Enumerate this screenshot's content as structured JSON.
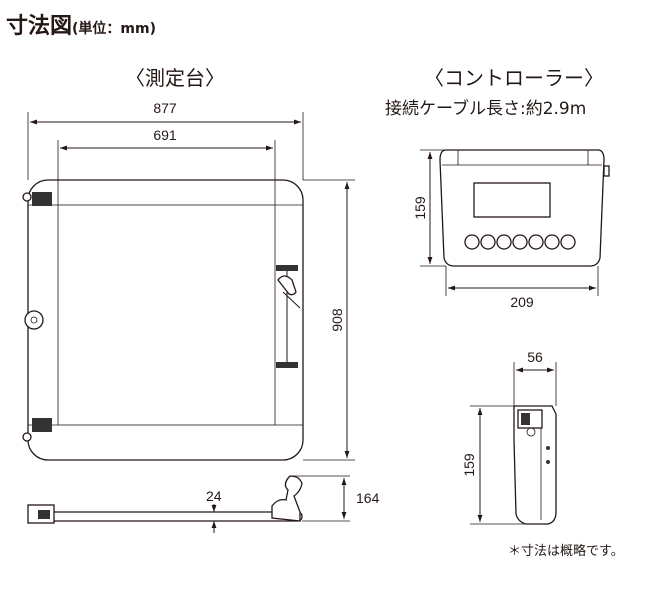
{
  "heading": {
    "title": "寸法図",
    "unit": "(単位：mm)"
  },
  "platform": {
    "title": "〈測定台〉",
    "dims": {
      "outer_width": "877",
      "inner_width": "691",
      "depth": "908",
      "pad_height": "24",
      "total_height": "164"
    }
  },
  "controller": {
    "title": "〈コントローラー〉",
    "cable_note": "接続ケーブル長さ:約2.9m",
    "dims": {
      "height": "159",
      "width": "209",
      "side_depth": "56",
      "side_height": "159"
    }
  },
  "footnote": "＊寸法は概略です。"
}
